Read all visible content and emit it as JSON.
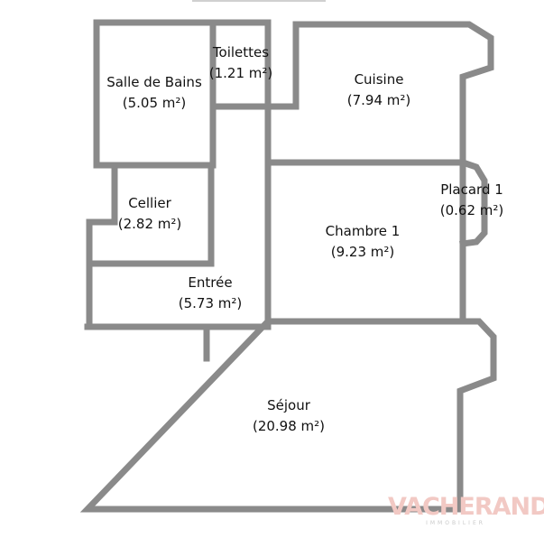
{
  "rooms": {
    "salle_de_bains": {
      "name": "Salle de Bains",
      "area": "(5.05 m²)"
    },
    "toilettes": {
      "name": "Toilettes",
      "area": "(1.21 m²)"
    },
    "cuisine": {
      "name": "Cuisine",
      "area": "(7.94 m²)"
    },
    "cellier": {
      "name": "Cellier",
      "area": "(2.82 m²)"
    },
    "placard_1": {
      "name": "Placard 1",
      "area": "(0.62 m²)"
    },
    "chambre_1": {
      "name": "Chambre 1",
      "area": "(9.23 m²)"
    },
    "entree": {
      "name": "Entrée",
      "area": "(5.73 m²)"
    },
    "sejour": {
      "name": "Séjour",
      "area": "(20.98 m²)"
    }
  },
  "watermark": {
    "name": "VACHERAND",
    "subtitle": "IMMOBILIER"
  },
  "colors": {
    "wall": "#8a8a8a",
    "text": "#111111",
    "watermark": "#f2c9c4"
  }
}
